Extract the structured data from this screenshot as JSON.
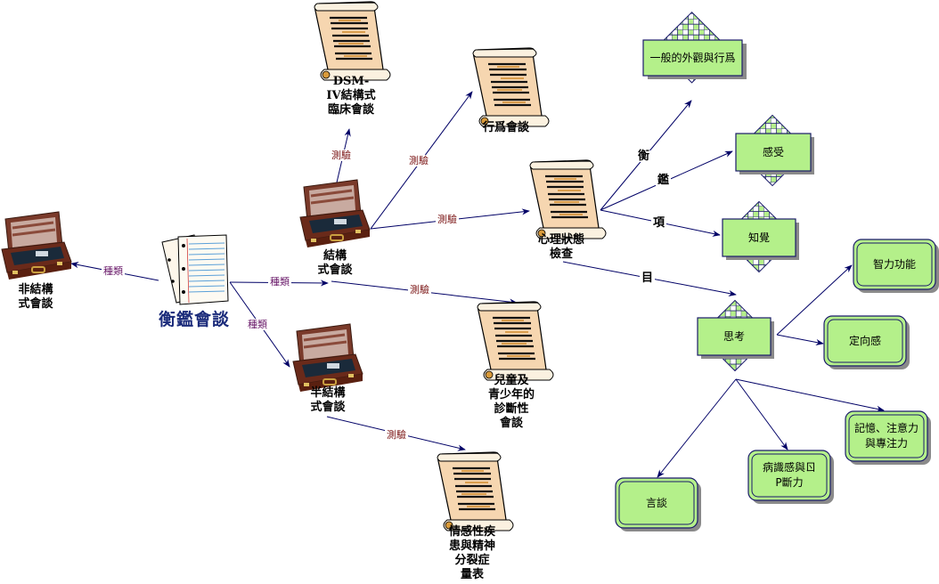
{
  "diagram": {
    "title": "衡鑑會談",
    "colors": {
      "edge": "#000066",
      "box_fill": "#b4f08a",
      "box_border": "#1a1a6a",
      "kind_label": "#6a1a6a",
      "test_label": "#7a1414",
      "root_text": "#1a2a7a"
    },
    "nodes": {
      "root": {
        "label": "衡鑑會談",
        "icon": "notebook-pages-icon"
      },
      "unstructured": {
        "label": "非結構\n式會談",
        "icon": "briefcase-icon"
      },
      "structured": {
        "label": "結構\n式會談",
        "icon": "briefcase-icon"
      },
      "semistructured": {
        "label": "半結構\n式會談",
        "icon": "briefcase-icon"
      },
      "dsm": {
        "label": "DSM-\nIV結構式\n臨床會談",
        "icon": "scroll-icon"
      },
      "behavior": {
        "label": "行爲會談",
        "icon": "scroll-icon"
      },
      "mse": {
        "label": "心理狀態\n檢查",
        "icon": "scroll-icon"
      },
      "child": {
        "label": "兒童及\n青少年的\n診斷性\n會談",
        "icon": "scroll-icon"
      },
      "affective": {
        "label": "情感性疾\n患與精神\n分裂症\n量表",
        "icon": "scroll-icon"
      },
      "appearance": {
        "label": "一般的外觀與行爲"
      },
      "feeling": {
        "label": "感受"
      },
      "perception": {
        "label": "知覺"
      },
      "thinking": {
        "label": "思考"
      },
      "intelligence": {
        "label": "智力功能"
      },
      "orientation": {
        "label": "定向感"
      },
      "memory": {
        "label": "記憶、注意力\n與專注力"
      },
      "insight": {
        "label": "病識感與ㄖ\nP斷力"
      },
      "speech": {
        "label": "言談"
      }
    },
    "edge_labels": {
      "kind": "種類",
      "test": "測驗",
      "item_chars": [
        "衡",
        "鑑",
        "項",
        "目"
      ]
    }
  }
}
